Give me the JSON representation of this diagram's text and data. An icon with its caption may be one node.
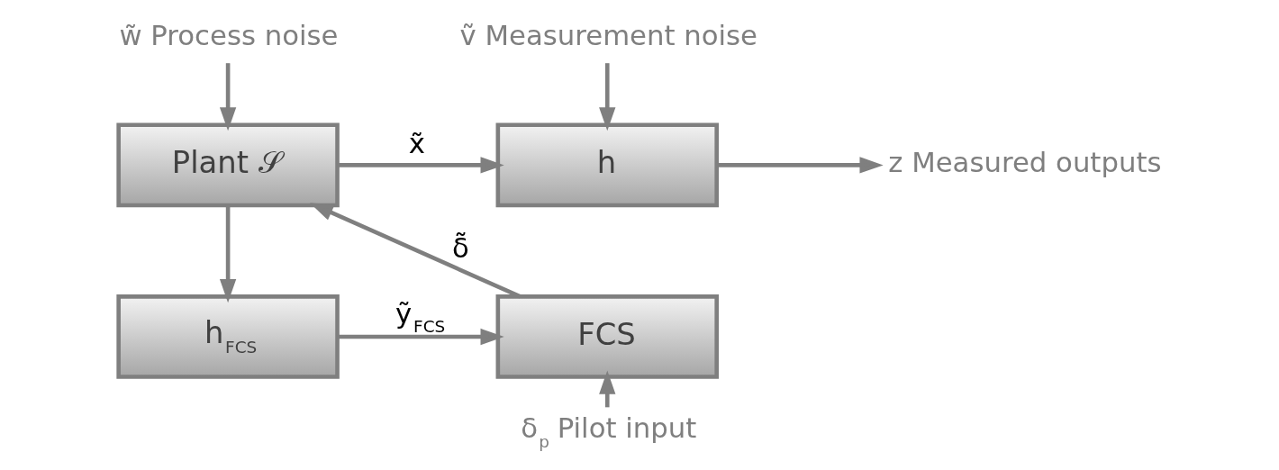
{
  "diagram": {
    "nodes": [
      {
        "text": [
          "Plant 𝒮"
        ]
      },
      {
        "text": [
          "h"
        ]
      },
      {
        "text": [
          "FCS"
        ]
      },
      {
        "text": [
          "h$_{FCS}$"
        ]
      },
      {
        "text": [
          "w̃ Process noise"
        ]
      },
      {
        "text": [
          "ṽ Measurement noise"
        ]
      },
      {
        "text": [
          "z Measured outputs"
        ]
      },
      {
        "text": [
          "δ$_{p}$ Pilot input"
        ]
      }
    ],
    "edges": [
      {
        "from": 4,
        "to": 0,
        "arrow": "to"
      },
      {
        "from": 0,
        "to": 1,
        "arrow": "to",
        "label": "x̃"
      },
      {
        "from": 0,
        "to": 3,
        "arrow": "to"
      },
      {
        "from": 5,
        "to": 1,
        "arrow": "to"
      },
      {
        "from": 1,
        "to": 6,
        "arrow": "to"
      },
      {
        "from": 3,
        "to": 2,
        "arrow": "to",
        "label": "ỹ$_{FCS}$"
      },
      {
        "from": 2,
        "to": 0,
        "arrow": "to",
        "label": "δ̃"
      },
      {
        "from": 7,
        "to": 2,
        "arrow": "to"
      }
    ]
  }
}
